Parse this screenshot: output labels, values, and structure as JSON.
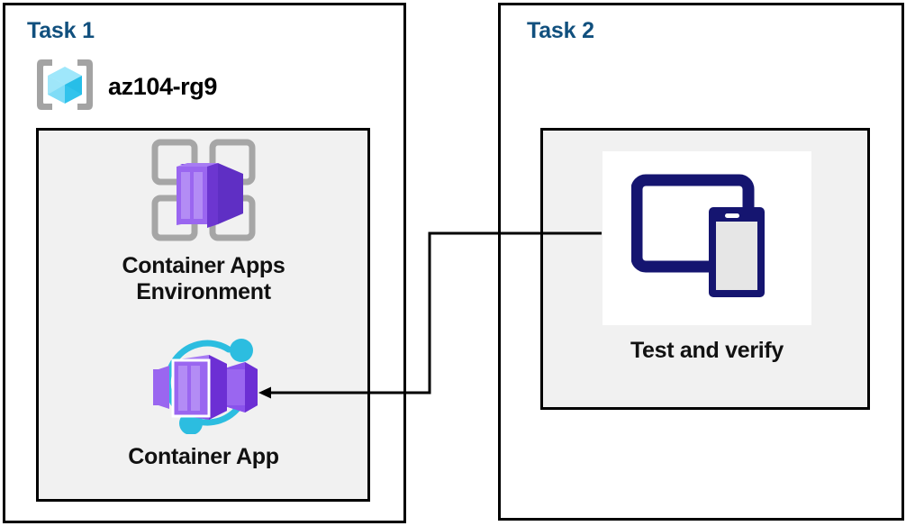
{
  "diagram": {
    "title_color": "#11507e",
    "panel_color": "#f1f1f1",
    "border_color": "#000000",
    "connector_color": "#000000"
  },
  "task1": {
    "title": "Task 1",
    "resource_group": {
      "icon": "resource-group-icon",
      "label": "az104-rg9"
    },
    "nodes": [
      {
        "icon": "container-apps-environment-icon",
        "label": "Container Apps\nEnvironment"
      },
      {
        "icon": "container-app-icon",
        "label": "Container App"
      }
    ]
  },
  "task2": {
    "title": "Task 2",
    "nodes": [
      {
        "icon": "devices-test-icon",
        "label": "Test and verify"
      }
    ]
  },
  "connector": {
    "from": "Test and verify",
    "to": "Container App",
    "arrow": "arrow-left"
  }
}
